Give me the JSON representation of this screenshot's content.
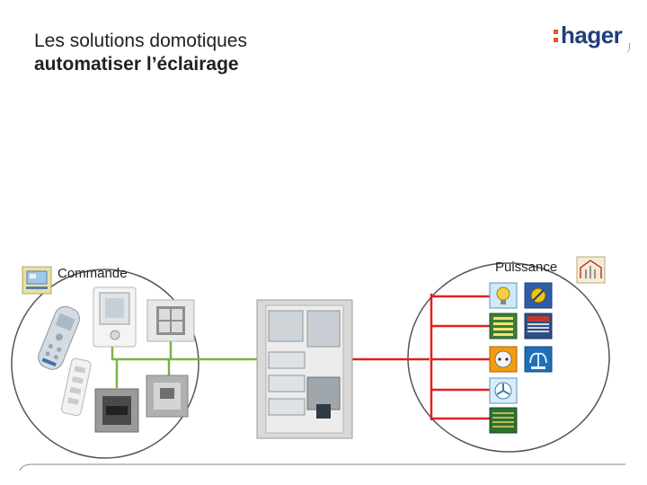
{
  "header": {
    "title_line1": "Les solutions domotiques",
    "title_line2": "automatiser l’éclairage"
  },
  "logo": {
    "text": "hager",
    "color": "#1f3f7a",
    "dot_color": "#e8541e"
  },
  "labels": {
    "commande": "Commande",
    "puissance": "Puissance"
  },
  "icons": {
    "commande": "control-screen-icon",
    "puissance": "power-output-icon",
    "outputs": [
      "light-bulb-icon",
      "dimmer-icon",
      "heating-icon",
      "roller-shutter-icon",
      "socket-icon",
      "fountain-icon",
      "fan-icon",
      "floor-heating-icon"
    ]
  },
  "colors": {
    "bus_line": "#7cb342",
    "power_line": "#e02020",
    "ellipse": "#555555"
  }
}
